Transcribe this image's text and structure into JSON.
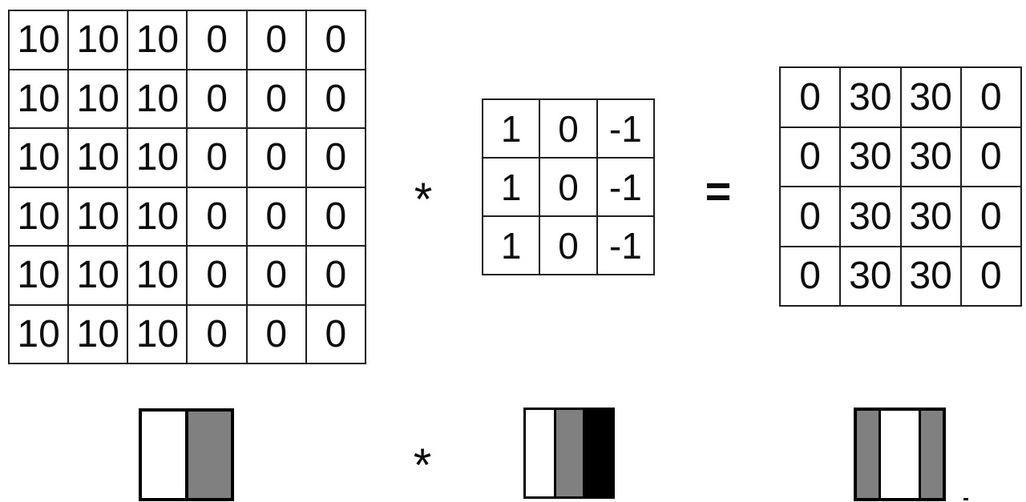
{
  "matrices": {
    "input": [
      [
        "10",
        "10",
        "10",
        "0",
        "0",
        "0"
      ],
      [
        "10",
        "10",
        "10",
        "0",
        "0",
        "0"
      ],
      [
        "10",
        "10",
        "10",
        "0",
        "0",
        "0"
      ],
      [
        "10",
        "10",
        "10",
        "0",
        "0",
        "0"
      ],
      [
        "10",
        "10",
        "10",
        "0",
        "0",
        "0"
      ],
      [
        "10",
        "10",
        "10",
        "0",
        "0",
        "0"
      ]
    ],
    "kernel": [
      [
        "1",
        "0",
        "-1"
      ],
      [
        "1",
        "0",
        "-1"
      ],
      [
        "1",
        "0",
        "-1"
      ]
    ],
    "output": [
      [
        "0",
        "30",
        "30",
        "0"
      ],
      [
        "0",
        "30",
        "30",
        "0"
      ],
      [
        "0",
        "30",
        "30",
        "0"
      ],
      [
        "0",
        "30",
        "30",
        "0"
      ]
    ]
  },
  "operators": {
    "convolution_top": "*",
    "equals": "=",
    "convolution_bottom": "*"
  },
  "colors": {
    "white": "#ffffff",
    "gray": "#808080",
    "black": "#000000"
  }
}
